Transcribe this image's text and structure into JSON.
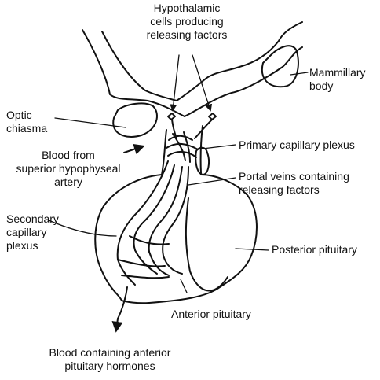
{
  "labels": {
    "hypothalamic": "Hypothalamic\ncells producing\nreleasing factors",
    "mammillary": "Mammillary\nbody",
    "optic": "Optic\nchiasma",
    "blood_from": "Blood from\nsuperior hypophyseal\nartery",
    "primary": "Primary capillary plexus",
    "portal": "Portal veins containing\nreleasing factors",
    "secondary": "Secondary\ncapillary\nplexus",
    "posterior": "Posterior pituitary",
    "anterior": "Anterior pituitary",
    "blood_containing": "Blood containing anterior\npituitary hormones"
  }
}
